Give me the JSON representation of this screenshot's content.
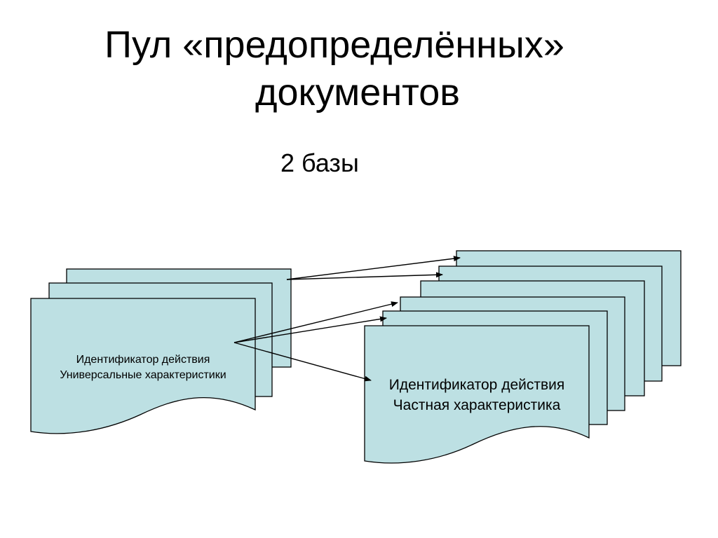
{
  "title": {
    "line1": "Пул «предопределённых»",
    "line2": "документов"
  },
  "subtitle": "2 базы",
  "left_document": {
    "line1": "Идентификатор действия",
    "line2": "Универсальные характеристики"
  },
  "right_document": {
    "line1": "Идентификатор действия",
    "line2": "Частная характеристика"
  },
  "colors": {
    "document_fill": "#bde0e3",
    "stroke": "#000000"
  }
}
